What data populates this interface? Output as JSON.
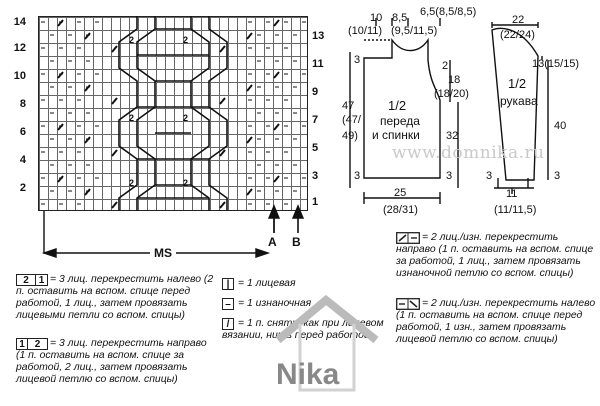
{
  "chart": {
    "rows_left": [
      "14",
      "12",
      "10",
      "8",
      "6",
      "4",
      "2"
    ],
    "rows_right": [
      "13",
      "11",
      "9",
      "7",
      "5",
      "3",
      "1"
    ],
    "cell_marks": [
      "2",
      "2",
      "2",
      "2",
      "2",
      "2"
    ],
    "repeat_label": "MS",
    "marker_a": "A",
    "marker_b": "B"
  },
  "front_back": {
    "top_widths": [
      "10",
      "8,5",
      "6,5(8,5/8,5)"
    ],
    "top_widths_alt": [
      "(10/11)",
      "(9,5/11,5)"
    ],
    "left_dims": [
      "3",
      "47",
      "(47/",
      "49)"
    ],
    "right_dims": [
      "2",
      "18",
      "(18/20)",
      "32"
    ],
    "bottom_dims": [
      "3",
      "3"
    ],
    "bottom_width": "25",
    "bottom_width_alt": "(28/31)",
    "title": [
      "1/2",
      "переда",
      "и спинки"
    ]
  },
  "sleeve": {
    "top_width": "22",
    "top_width_alt": "(22/24)",
    "right_dims": [
      "13(15/15)",
      "40",
      "3"
    ],
    "left_dims": [
      "3"
    ],
    "bottom_width": "11",
    "bottom_width_alt": "(11/11,5)",
    "title": [
      "1/2",
      "рукава"
    ]
  },
  "watermark": "www.domnika.ru",
  "brand": "Nika",
  "legend": {
    "cross_left_3": {
      "sym": [
        "2",
        "1"
      ],
      "text": "= 3 лиц. перекрестить налево (2 п. оставить на вспом. спице перед работой, 1 лиц., затем провязать лицевыми петли со вспом. спицы)"
    },
    "cross_right_3": {
      "sym": [
        "1",
        "2"
      ],
      "text": "= 3 лиц. перекрестить направо (1 п. оставить на вспом. спице за работой, 2 лиц., затем провязать лицевой петлю со вспом. спицы)"
    },
    "knit": {
      "sym": "|",
      "text": "= 1 лицевая"
    },
    "purl": {
      "sym": "–",
      "text": "= 1 изнаночная"
    },
    "slip": {
      "sym": "/",
      "text": "= 1 п. снять, как при лицевом вязании, нить перед работой"
    },
    "cross_right_2": {
      "text": "= 2 лиц./изн. перекрестить направо (1 п. оставить на вспом. спице за работой, 1 лиц., затем провязать изнаночной петлю со вспом. спицы)"
    },
    "cross_left_2": {
      "text": "= 2 лиц./изн. перекрестить налево (1 п. оставить на вспом. спице перед работой, 1 изн., затем провязать лицевой петлю со вспом. спицы)"
    }
  }
}
